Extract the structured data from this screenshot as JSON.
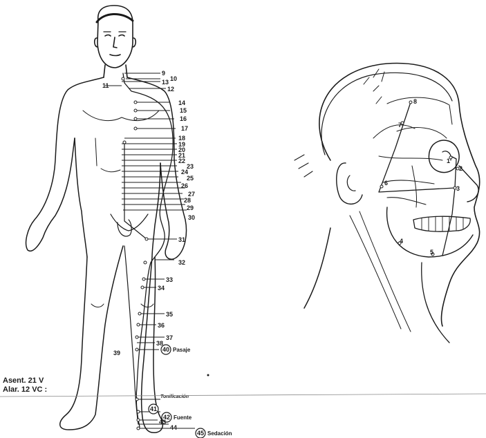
{
  "body_figure": {
    "point_numbers": [
      "9",
      "10",
      "11",
      "12",
      "13",
      "14",
      "15",
      "16",
      "17",
      "18",
      "19",
      "20",
      "21",
      "22",
      "23",
      "24",
      "25",
      "26",
      "27",
      "28",
      "29",
      "30",
      "31",
      "32",
      "33",
      "34",
      "35",
      "36",
      "37",
      "38",
      "39"
    ],
    "special_points": [
      {
        "number": "40",
        "label": "Pasaje"
      },
      {
        "number": "41",
        "label": "Tonificación"
      },
      {
        "number": "42",
        "label": "Fuente"
      },
      {
        "number": "43",
        "label": ""
      },
      {
        "number": "44",
        "label": ""
      },
      {
        "number": "45",
        "label": "Sedación"
      }
    ]
  },
  "notes": {
    "line1": "Asent. 21 V",
    "line2": "Alar. 12 VC :"
  },
  "head_figure": {
    "point_numbers": [
      "1",
      "2",
      "3",
      "4",
      "5",
      "6",
      "7",
      "8"
    ]
  }
}
